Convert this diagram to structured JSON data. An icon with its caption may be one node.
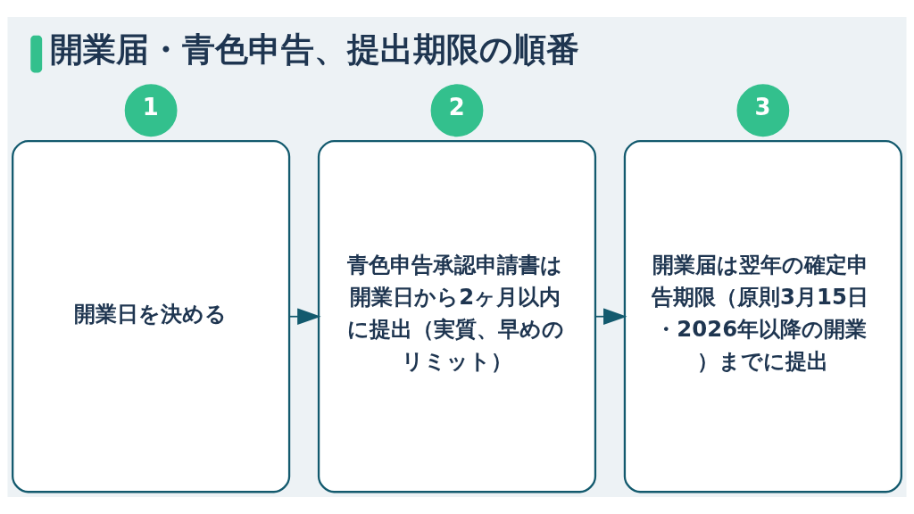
{
  "diagram": {
    "title": "開業届・青色申告、提出期限の順番",
    "nodes": [
      {
        "text": [
          "1"
        ]
      },
      {
        "text": [
          "開業日を決める"
        ]
      },
      {
        "text": [
          "2"
        ]
      },
      {
        "text": [
          "青色申告承認申請書は開業日から2ヶ月以内に提出（実質、早めのリミット）"
        ]
      },
      {
        "text": [
          "3"
        ]
      },
      {
        "text": [
          "開業届は翌年の確定申告期限（原則3月15日・2026年以降の開業）までに提出"
        ]
      }
    ],
    "edges": [
      {
        "from": 1,
        "to": 3,
        "arrow": "to"
      },
      {
        "from": 3,
        "to": 5,
        "arrow": "to"
      }
    ]
  }
}
